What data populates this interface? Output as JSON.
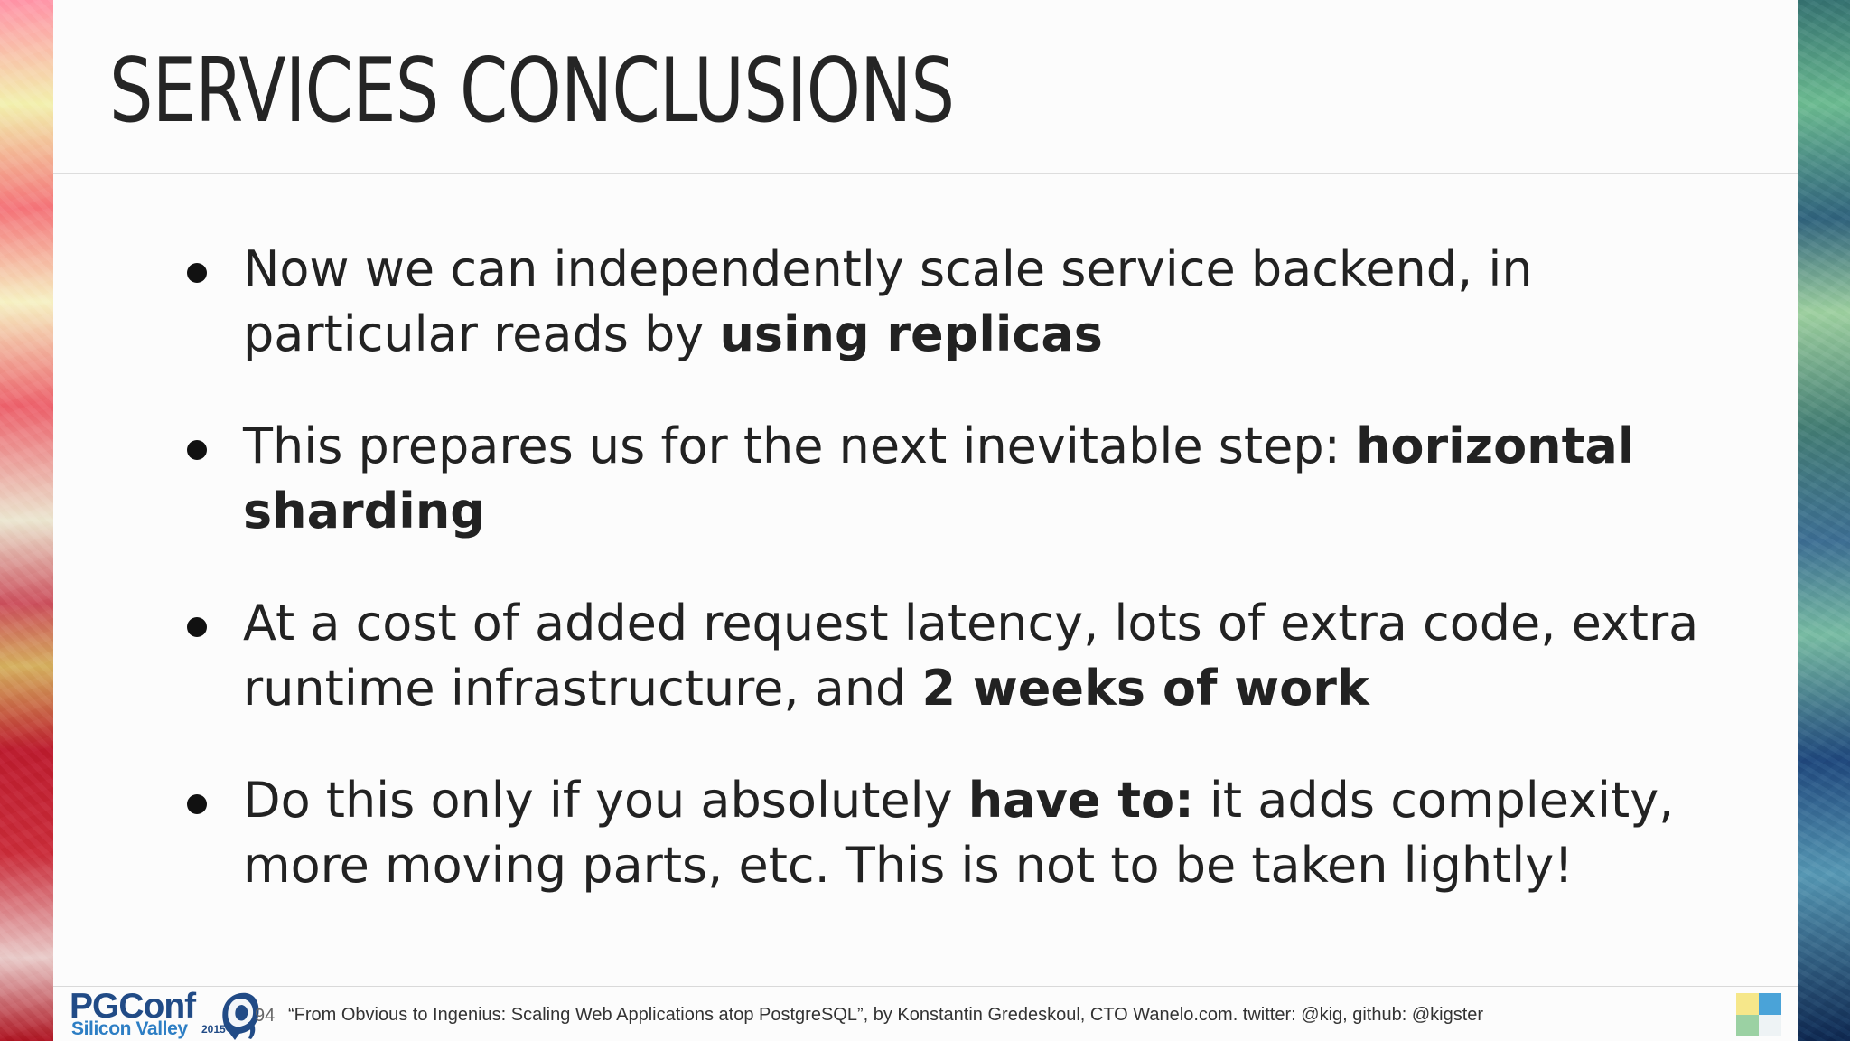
{
  "slide": {
    "title": "SERVICES CONCLUSIONS",
    "bullets": [
      {
        "parts": [
          {
            "text": "Now we can independently scale service backend, in particular reads by ",
            "bold": false
          },
          {
            "text": "using replicas",
            "bold": true
          }
        ]
      },
      {
        "parts": [
          {
            "text": "This prepares us for the next inevitable step: ",
            "bold": false
          },
          {
            "text": "horizontal sharding",
            "bold": true
          }
        ]
      },
      {
        "parts": [
          {
            "text": "At a cost of added request latency, lots of extra code, extra runtime infrastructure, and ",
            "bold": false
          },
          {
            "text": "2 weeks of work",
            "bold": true
          }
        ]
      },
      {
        "parts": [
          {
            "text": "Do this only if you absolutely ",
            "bold": false
          },
          {
            "text": "have to:",
            "bold": true
          },
          {
            "text": " it adds complexity, more moving parts, etc. This is not to be taken lightly!",
            "bold": false
          }
        ]
      }
    ]
  },
  "footer": {
    "logo": {
      "main": "PGConf",
      "sub": "Silicon Valley",
      "year": "2015",
      "icon": "elephant-icon"
    },
    "page_number": "94",
    "citation": "“From Obvious to Ingenius: Scaling Web Applications atop PostgreSQL”, by Konstantin Gredeskoul, CTO Wanelo.com. twitter: @kig, github: @kigster",
    "corner_icon": "color-squares-icon"
  },
  "colors": {
    "title": "#252525",
    "body_text": "#222222",
    "logo_dark_blue": "#214b86",
    "logo_light_blue": "#2d7ec4",
    "rule": "#dddddd",
    "corner_yellow": "#f6e78a",
    "corner_blue": "#4aa3d8",
    "corner_teal": "#9bd1a3",
    "corner_pale": "#eef3f5"
  }
}
